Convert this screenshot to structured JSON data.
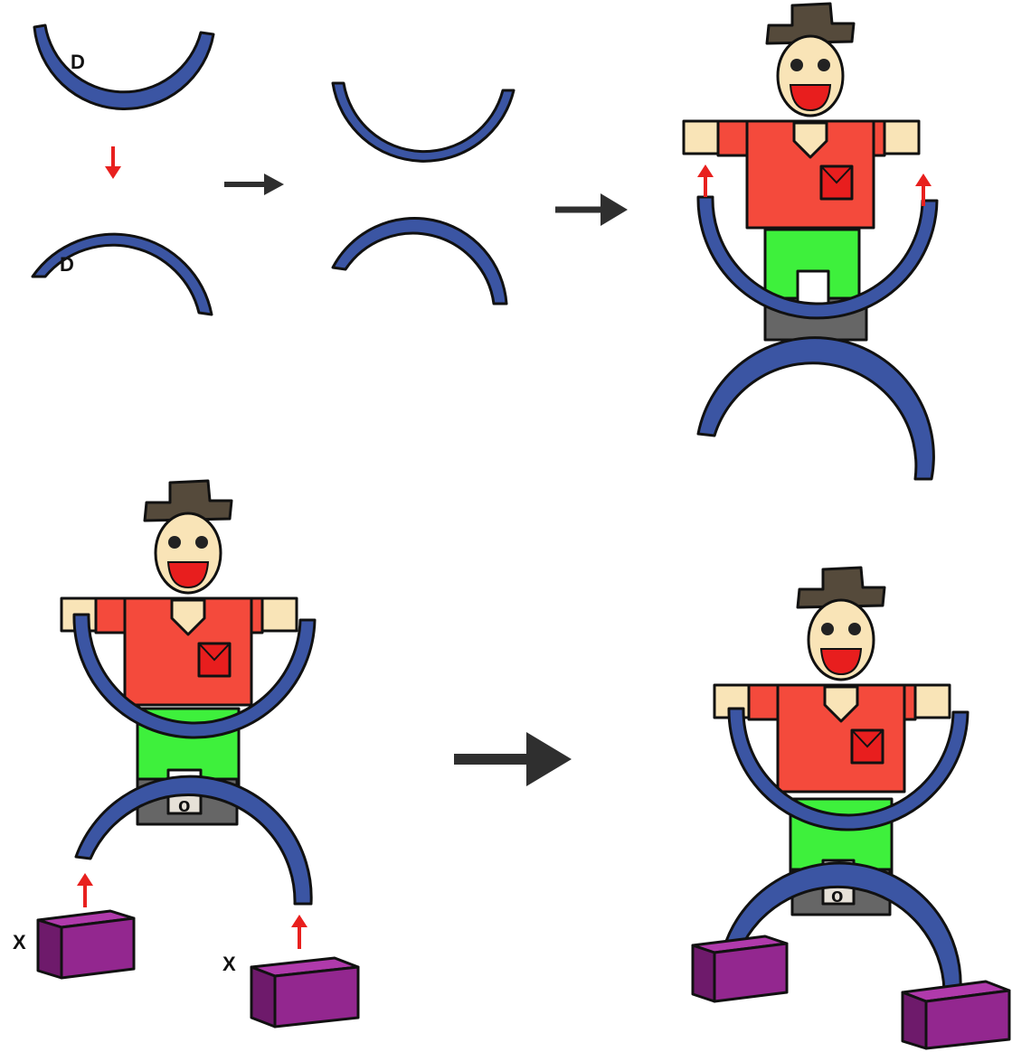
{
  "labels": {
    "d_top": "D",
    "d_bottom": "D",
    "x_left": "X",
    "x_right": "X",
    "button": "o"
  },
  "colors": {
    "arc_blue": "#3b55a3",
    "shirt_red": "#f44a3c",
    "pants_green": "#3ef03c",
    "skin": "#f9e4b7",
    "hat_brown": "#554a3b",
    "belt_gray": "#666666",
    "block_purple": "#93278f",
    "arrow_red": "#e8201e",
    "arrow_dark": "#2f2f2f"
  }
}
